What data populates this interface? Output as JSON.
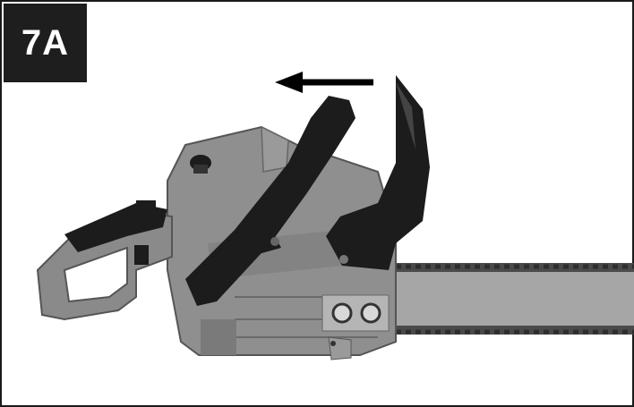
{
  "figure": {
    "label": "7A",
    "label_bg": "#1e1e1e",
    "label_color": "#ffffff",
    "subject": "chainsaw-side-view",
    "arrow_direction": "left"
  },
  "colors": {
    "chainsaw_body": "#8f8f8f",
    "handle": "#1c1c1c",
    "guide_bar": "#a6a6a6",
    "chain": "#4a4a4a",
    "arrow": "#000000",
    "border": "#1a1a1a"
  }
}
